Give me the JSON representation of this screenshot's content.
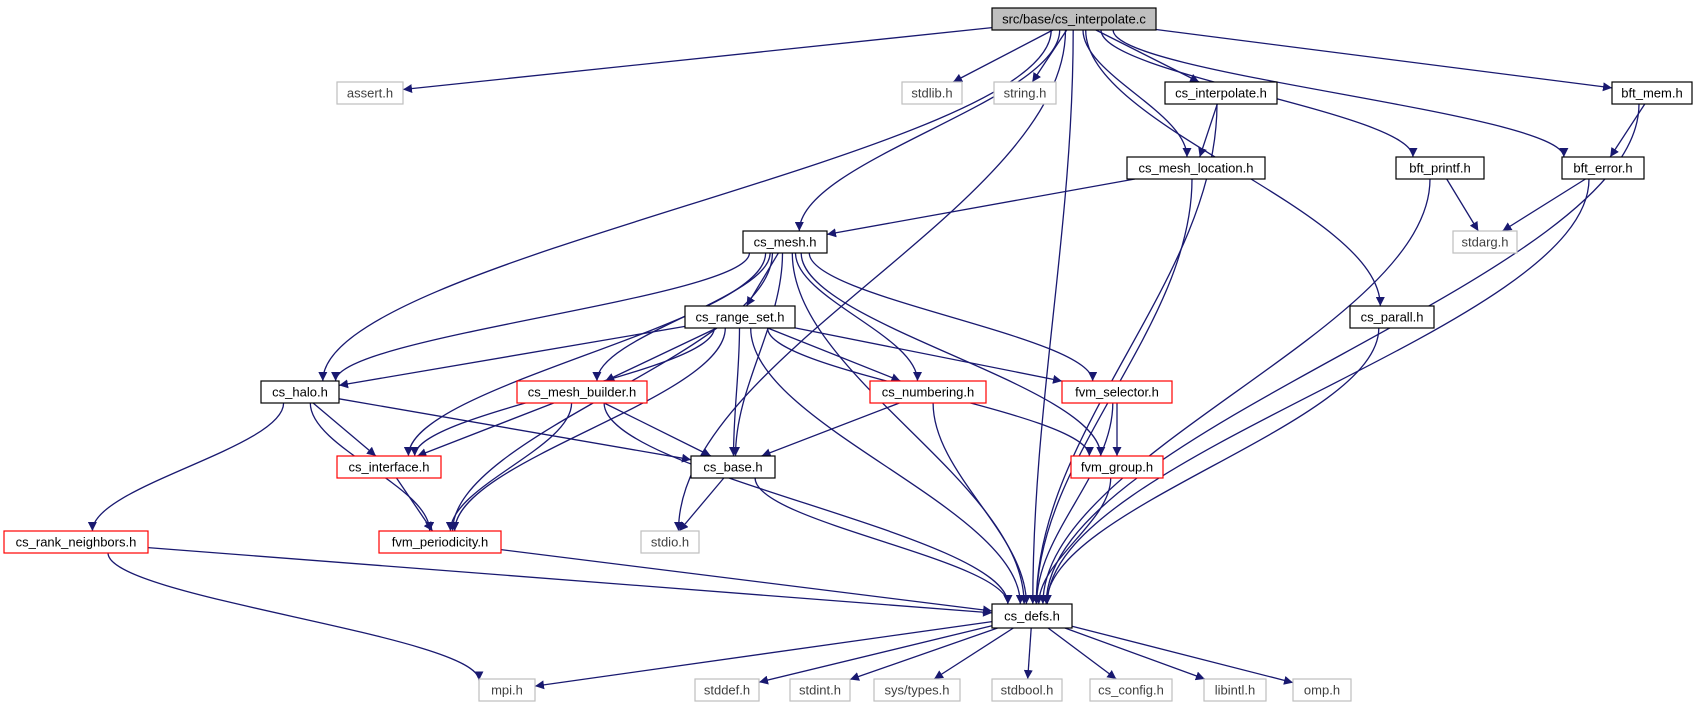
{
  "colors": {
    "edge": "#191970",
    "root_fill": "#bfbfbf",
    "border_black": "#000000",
    "border_red": "#ff0000",
    "border_gray": "#bfbfbf",
    "text_normal": "#000000",
    "text_external": "#404040"
  },
  "nodes": {
    "root": {
      "label": "src/base/cs_interpolate.c",
      "kind": "root"
    },
    "assert_h": {
      "label": "assert.h",
      "kind": "external"
    },
    "stdlib_h": {
      "label": "stdlib.h",
      "kind": "external"
    },
    "string_h": {
      "label": "string.h",
      "kind": "external"
    },
    "cs_interpolate_h": {
      "label": "cs_interpolate.h",
      "kind": "normal"
    },
    "bft_mem_h": {
      "label": "bft_mem.h",
      "kind": "normal"
    },
    "cs_mesh_location_h": {
      "label": "cs_mesh_location.h",
      "kind": "normal"
    },
    "bft_printf_h": {
      "label": "bft_printf.h",
      "kind": "normal"
    },
    "bft_error_h": {
      "label": "bft_error.h",
      "kind": "normal"
    },
    "cs_mesh_h": {
      "label": "cs_mesh.h",
      "kind": "normal"
    },
    "stdarg_h": {
      "label": "stdarg.h",
      "kind": "external"
    },
    "cs_range_set_h": {
      "label": "cs_range_set.h",
      "kind": "normal"
    },
    "cs_parall_h": {
      "label": "cs_parall.h",
      "kind": "normal"
    },
    "cs_halo_h": {
      "label": "cs_halo.h",
      "kind": "normal"
    },
    "cs_mesh_builder_h": {
      "label": "cs_mesh_builder.h",
      "kind": "truncated"
    },
    "cs_numbering_h": {
      "label": "cs_numbering.h",
      "kind": "truncated"
    },
    "fvm_selector_h": {
      "label": "fvm_selector.h",
      "kind": "truncated"
    },
    "cs_interface_h": {
      "label": "cs_interface.h",
      "kind": "truncated"
    },
    "cs_base_h": {
      "label": "cs_base.h",
      "kind": "normal"
    },
    "fvm_group_h": {
      "label": "fvm_group.h",
      "kind": "truncated"
    },
    "cs_rank_neighbors_h": {
      "label": "cs_rank_neighbors.h",
      "kind": "truncated"
    },
    "fvm_periodicity_h": {
      "label": "fvm_periodicity.h",
      "kind": "truncated"
    },
    "stdio_h": {
      "label": "stdio.h",
      "kind": "external"
    },
    "cs_defs_h": {
      "label": "cs_defs.h",
      "kind": "normal"
    },
    "mpi_h": {
      "label": "mpi.h",
      "kind": "external"
    },
    "stddef_h": {
      "label": "stddef.h",
      "kind": "external"
    },
    "stdint_h": {
      "label": "stdint.h",
      "kind": "external"
    },
    "sys_types_h": {
      "label": "sys/types.h",
      "kind": "external"
    },
    "stdbool_h": {
      "label": "stdbool.h",
      "kind": "external"
    },
    "cs_config_h": {
      "label": "cs_config.h",
      "kind": "external"
    },
    "libintl_h": {
      "label": "libintl.h",
      "kind": "external"
    },
    "omp_h": {
      "label": "omp.h",
      "kind": "external"
    }
  },
  "edges": [
    [
      "root",
      "assert_h"
    ],
    [
      "root",
      "stdlib_h"
    ],
    [
      "root",
      "string_h"
    ],
    [
      "root",
      "cs_interpolate_h"
    ],
    [
      "root",
      "bft_mem_h"
    ],
    [
      "root",
      "cs_mesh_location_h"
    ],
    [
      "root",
      "bft_printf_h"
    ],
    [
      "root",
      "bft_error_h"
    ],
    [
      "root",
      "cs_mesh_h"
    ],
    [
      "root",
      "cs_parall_h"
    ],
    [
      "root",
      "cs_halo_h"
    ],
    [
      "root",
      "stdio_h"
    ],
    [
      "root",
      "cs_defs_h"
    ],
    [
      "cs_interpolate_h",
      "cs_mesh_location_h"
    ],
    [
      "cs_interpolate_h",
      "cs_defs_h"
    ],
    [
      "bft_mem_h",
      "bft_error_h"
    ],
    [
      "bft_mem_h",
      "cs_defs_h"
    ],
    [
      "cs_mesh_location_h",
      "cs_mesh_h"
    ],
    [
      "cs_mesh_location_h",
      "cs_defs_h"
    ],
    [
      "bft_printf_h",
      "stdarg_h"
    ],
    [
      "bft_printf_h",
      "cs_defs_h"
    ],
    [
      "bft_error_h",
      "stdarg_h"
    ],
    [
      "bft_error_h",
      "cs_defs_h"
    ],
    [
      "cs_mesh_h",
      "cs_range_set_h"
    ],
    [
      "cs_mesh_h",
      "cs_halo_h"
    ],
    [
      "cs_mesh_h",
      "cs_mesh_builder_h"
    ],
    [
      "cs_mesh_h",
      "cs_numbering_h"
    ],
    [
      "cs_mesh_h",
      "fvm_selector_h"
    ],
    [
      "cs_mesh_h",
      "cs_interface_h"
    ],
    [
      "cs_mesh_h",
      "cs_base_h"
    ],
    [
      "cs_mesh_h",
      "fvm_group_h"
    ],
    [
      "cs_mesh_h",
      "fvm_periodicity_h"
    ],
    [
      "cs_mesh_h",
      "cs_defs_h"
    ],
    [
      "cs_range_set_h",
      "cs_halo_h"
    ],
    [
      "cs_range_set_h",
      "cs_mesh_builder_h"
    ],
    [
      "cs_range_set_h",
      "cs_numbering_h"
    ],
    [
      "cs_range_set_h",
      "fvm_selector_h"
    ],
    [
      "cs_range_set_h",
      "cs_interface_h"
    ],
    [
      "cs_range_set_h",
      "cs_base_h"
    ],
    [
      "cs_range_set_h",
      "fvm_group_h"
    ],
    [
      "cs_range_set_h",
      "fvm_periodicity_h"
    ],
    [
      "cs_range_set_h",
      "cs_defs_h"
    ],
    [
      "cs_parall_h",
      "cs_defs_h"
    ],
    [
      "cs_halo_h",
      "cs_interface_h"
    ],
    [
      "cs_halo_h",
      "cs_base_h"
    ],
    [
      "cs_halo_h",
      "cs_rank_neighbors_h"
    ],
    [
      "cs_halo_h",
      "fvm_periodicity_h"
    ],
    [
      "cs_mesh_builder_h",
      "cs_interface_h"
    ],
    [
      "cs_mesh_builder_h",
      "cs_base_h"
    ],
    [
      "cs_mesh_builder_h",
      "fvm_periodicity_h"
    ],
    [
      "cs_mesh_builder_h",
      "cs_defs_h"
    ],
    [
      "cs_numbering_h",
      "cs_base_h"
    ],
    [
      "cs_numbering_h",
      "cs_defs_h"
    ],
    [
      "fvm_selector_h",
      "fvm_group_h"
    ],
    [
      "fvm_selector_h",
      "cs_defs_h"
    ],
    [
      "cs_interface_h",
      "fvm_periodicity_h"
    ],
    [
      "cs_base_h",
      "stdio_h"
    ],
    [
      "cs_base_h",
      "cs_defs_h"
    ],
    [
      "fvm_group_h",
      "cs_defs_h"
    ],
    [
      "cs_rank_neighbors_h",
      "cs_defs_h"
    ],
    [
      "cs_rank_neighbors_h",
      "mpi_h"
    ],
    [
      "fvm_periodicity_h",
      "cs_defs_h"
    ],
    [
      "cs_defs_h",
      "mpi_h"
    ],
    [
      "cs_defs_h",
      "stddef_h"
    ],
    [
      "cs_defs_h",
      "stdint_h"
    ],
    [
      "cs_defs_h",
      "sys_types_h"
    ],
    [
      "cs_defs_h",
      "stdbool_h"
    ],
    [
      "cs_defs_h",
      "cs_config_h"
    ],
    [
      "cs_defs_h",
      "libintl_h"
    ],
    [
      "cs_defs_h",
      "omp_h"
    ]
  ]
}
